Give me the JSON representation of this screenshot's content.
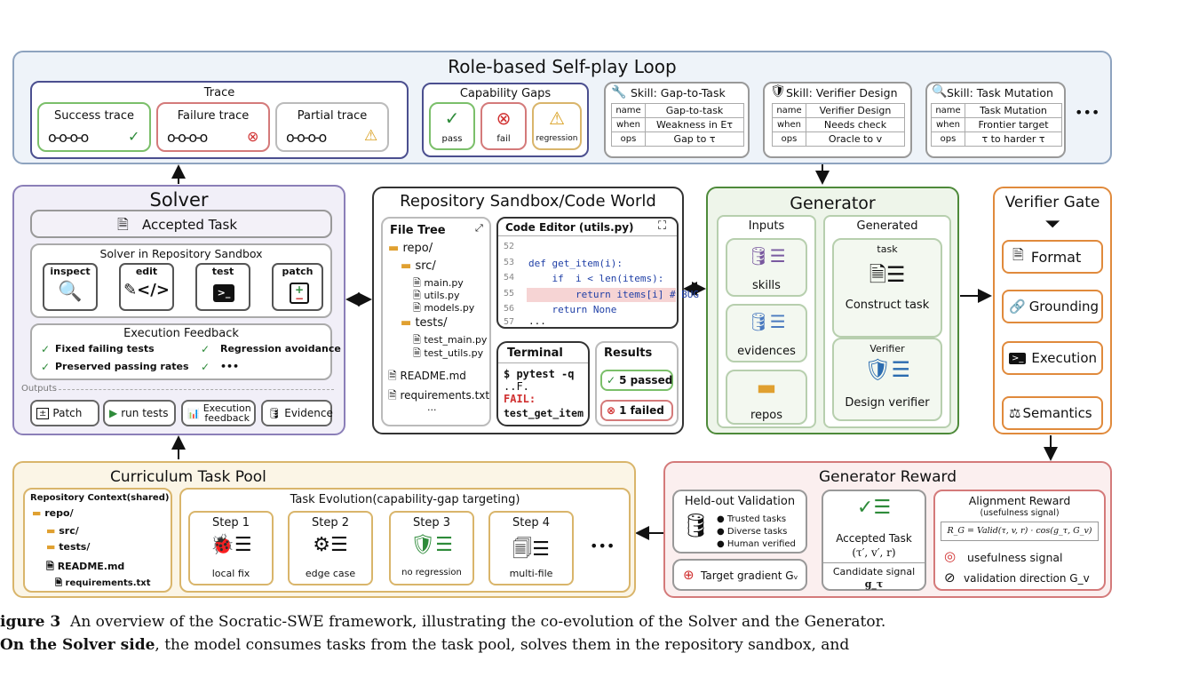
{
  "loop": {
    "title": "Role-based Self-play Loop",
    "trace": {
      "title": "Trace",
      "success": "Success trace",
      "failure": "Failure trace",
      "partial": "Partial trace"
    },
    "gaps": {
      "title": "Capability Gaps",
      "pass": "pass",
      "fail": "fail",
      "regression": "regression"
    },
    "skills": [
      {
        "title": "Skill: Gap-to-Task",
        "rows": [
          [
            "name",
            "Gap-to-task"
          ],
          [
            "when",
            "Weakness in Eτ"
          ],
          [
            "ops",
            "Gap to τ"
          ]
        ]
      },
      {
        "title": "Skill: Verifier Design",
        "rows": [
          [
            "name",
            "Verifier Design"
          ],
          [
            "when",
            "Needs check"
          ],
          [
            "ops",
            "Oracle to v"
          ]
        ]
      },
      {
        "title": "Skill: Task Mutation",
        "rows": [
          [
            "name",
            "Task Mutation"
          ],
          [
            "when",
            "Frontier target"
          ],
          [
            "ops",
            "τ to harder τ"
          ]
        ]
      }
    ],
    "more": "•••"
  },
  "solver": {
    "title": "Solver",
    "accepted": "Accepted Task",
    "sandbox_title": "Solver in Repository Sandbox",
    "tools": [
      "inspect",
      "edit",
      "test",
      "patch"
    ],
    "feedback_title": "Execution Feedback",
    "feedback": [
      "Fixed failing tests",
      "Regression avoidance",
      "Preserved passing rates",
      "•••"
    ],
    "outputs_label": "Outputs",
    "outputs": [
      "Patch",
      "run tests",
      "Execution feedback",
      "Evidence"
    ]
  },
  "sandbox": {
    "title": "Repository Sandbox/Code World",
    "file_tree_title": "File Tree",
    "tree": [
      "repo/",
      "src/",
      "main.py",
      "utils.py",
      "models.py",
      "tests/",
      "test_main.py",
      "test_utils.py",
      "README.md",
      "requirements.txt",
      "..."
    ],
    "editor_title": "Code Editor  (utils.py)",
    "lines": [
      [
        "52",
        ""
      ],
      [
        "53",
        "def get_item(i):"
      ],
      [
        "54",
        "    if  i < len(items):"
      ],
      [
        "55",
        "        return items[i] # BUG"
      ],
      [
        "56",
        "    return None"
      ],
      [
        "57",
        "..."
      ]
    ],
    "terminal_title": "Terminal",
    "terminal": [
      "$ pytest -q",
      "..F.",
      "FAIL:",
      "test_get_item"
    ],
    "results_title": "Results",
    "passed": "5 passed",
    "failed": "1 failed"
  },
  "generator": {
    "title": "Generator",
    "inputs_title": "Inputs",
    "inputs": [
      "skills",
      "evidences",
      "repos"
    ],
    "generated_title": "Generated",
    "task_tag": "task",
    "construct": "Construct task",
    "verifier_tag": "Verifier",
    "design": "Design verifier"
  },
  "gate": {
    "title": "Verifier Gate",
    "items": [
      "Format",
      "Grounding",
      "Execution",
      "Semantics"
    ]
  },
  "pool": {
    "title": "Curriculum Task Pool",
    "ctx_title": "Repository Context(shared)",
    "ctx_tree": [
      "repo/",
      "src/",
      "tests/",
      "README.md",
      "requirements.txt"
    ],
    "evo_title": "Task Evolution(capability-gap targeting)",
    "steps": [
      {
        "name": "Step 1",
        "desc": "local fix"
      },
      {
        "name": "Step 2",
        "desc": "edge case"
      },
      {
        "name": "Step 3",
        "desc": "no regression"
      },
      {
        "name": "Step 4",
        "desc": "multi-file"
      }
    ],
    "more": "•••"
  },
  "reward": {
    "title": "Generator Reward",
    "heldout_title": "Held-out Validation",
    "heldout": [
      "Trusted tasks",
      "Diverse tasks",
      "Human verified"
    ],
    "target": "Target gradient Gᵥ",
    "accepted": "Accepted Task",
    "accepted_sym": "(τ′, v′, r)",
    "candidate": "Candidate signal",
    "candidate_sym": "g_τ",
    "align_title": "Alignment Reward",
    "align_sub": "(usefulness signal)",
    "formula": "R_G = Valid(τ, v, r) · cos(g_τ, G_v)",
    "usefulness": "usefulness signal",
    "direction": "validation direction G_v"
  },
  "caption": {
    "line1_bold": "igure 3",
    "line1": "An overview of the Socratic-SWE framework, illustrating the co-evolution of the Solver and the Generator.",
    "line2_bold": "On the Solver side",
    "line2": ", the model consumes tasks from the task pool, solves them in the repository sandbox, and"
  },
  "colors": {
    "loop": "#7f95b3",
    "solver": "#8b7fb8",
    "generator": "#4e8a3a",
    "gate": "#e08a3c",
    "pool": "#d9a64a",
    "reward": "#d47a7a",
    "fail": "#d03030",
    "pass": "#2e8b3a"
  }
}
